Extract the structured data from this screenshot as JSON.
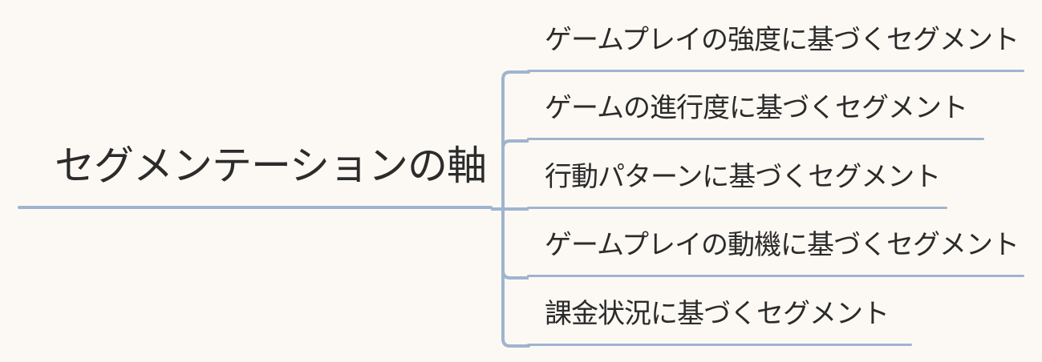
{
  "colors": {
    "background": "#fcf9f4",
    "line": "#9fb4cf",
    "text": "#2b2b2b"
  },
  "mindmap": {
    "root": {
      "label": "セグメンテーションの軸"
    },
    "branches": [
      {
        "label": "ゲームプレイの強度に基づくセグメント"
      },
      {
        "label": "ゲームの進行度に基づくセグメント"
      },
      {
        "label": "行動パターンに基づくセグメント"
      },
      {
        "label": "ゲームプレイの動機に基づくセグメント"
      },
      {
        "label": "課金状況に基づくセグメント"
      }
    ]
  }
}
